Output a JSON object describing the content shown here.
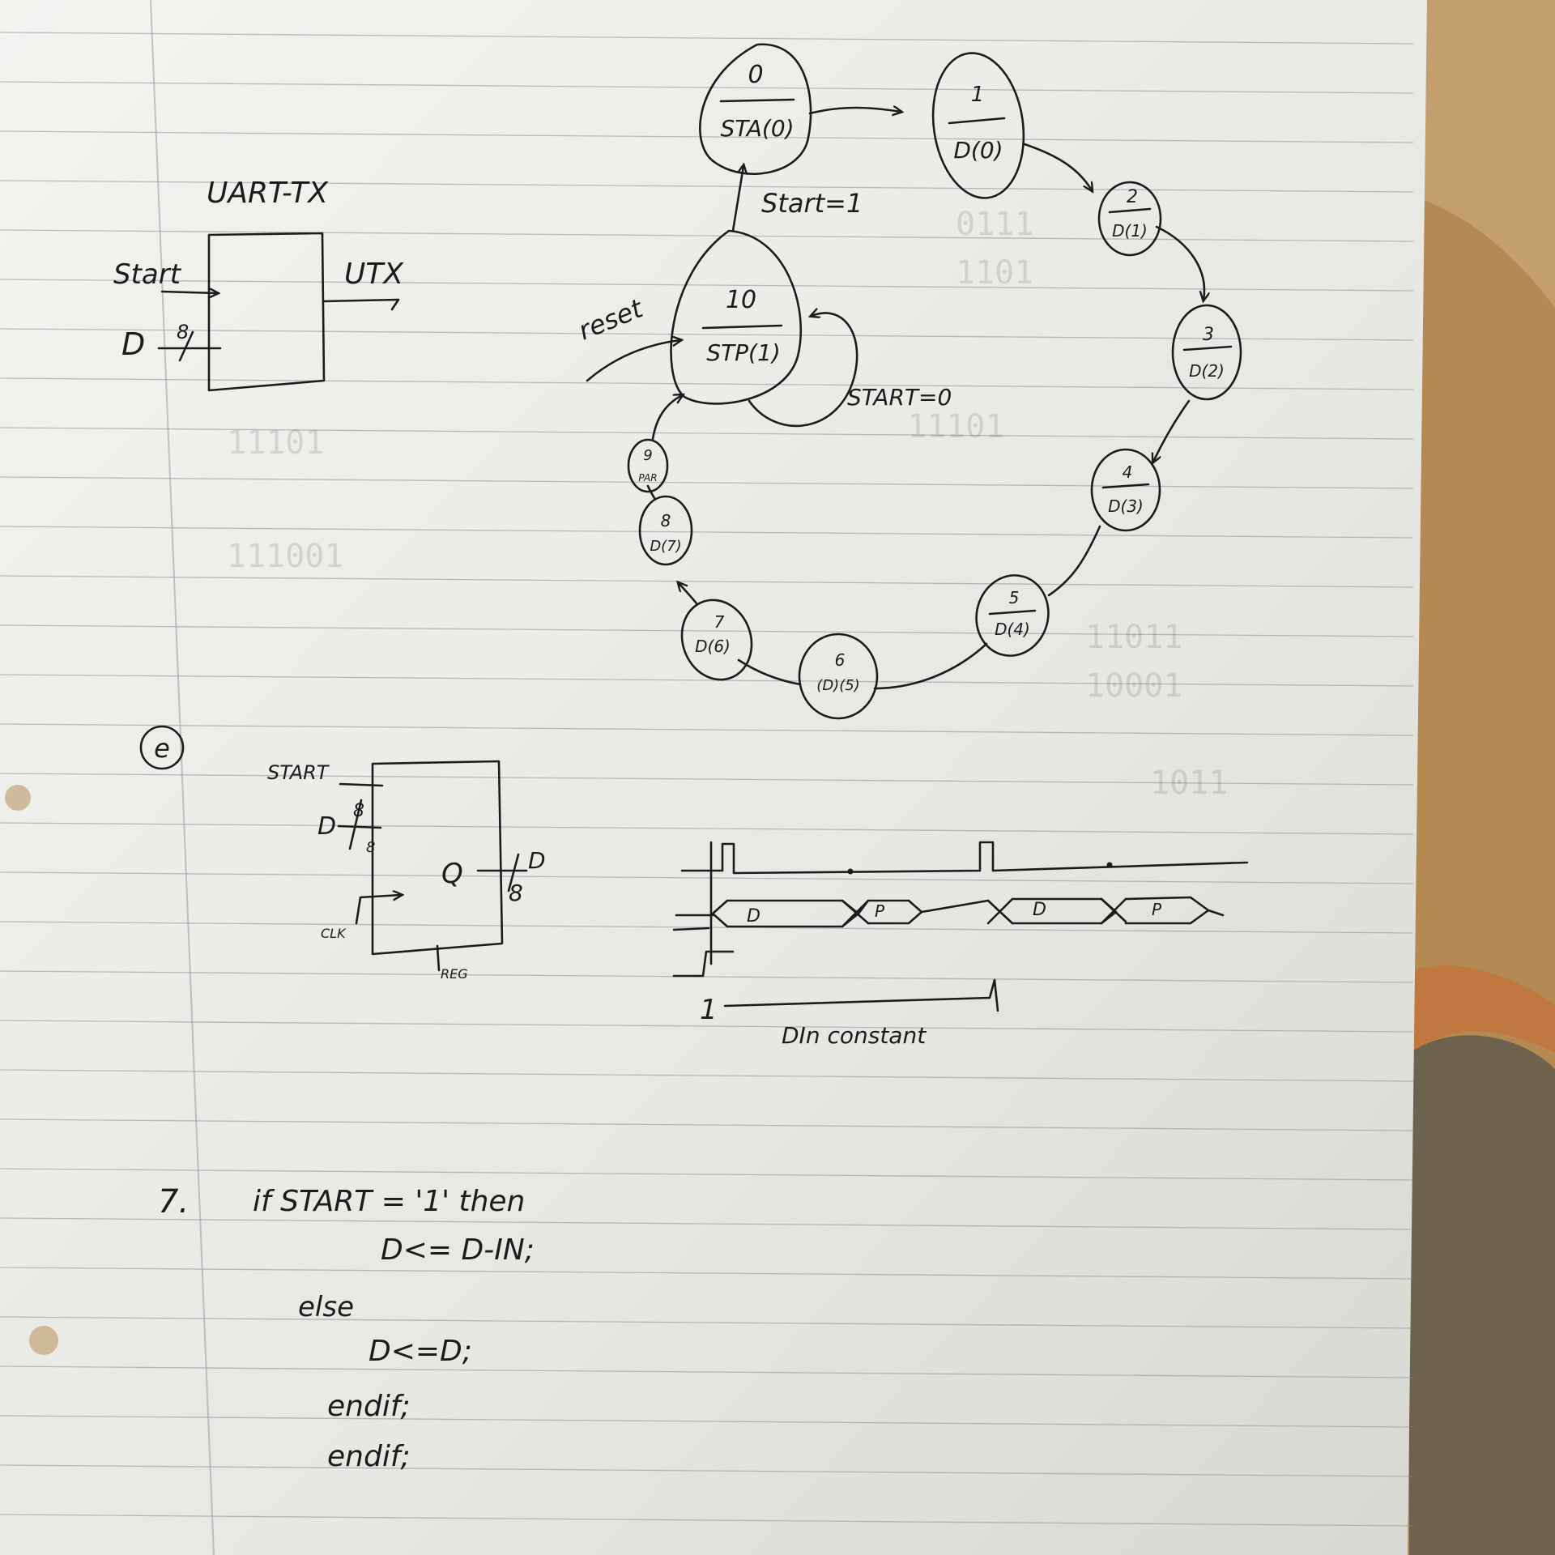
{
  "uart_block": {
    "title": "UART-TX",
    "input_start": "Start",
    "input_d": "D",
    "bus_width": "8",
    "output": "UTX"
  },
  "fsm": {
    "idle_state": {
      "num": "10",
      "label": "STP(1)"
    },
    "states": [
      {
        "num": "0",
        "label": "STA(0)"
      },
      {
        "num": "1",
        "label": "D(0)"
      },
      {
        "num": "2",
        "label": "D(1)"
      },
      {
        "num": "3",
        "label": "D(2)"
      },
      {
        "num": "4",
        "label": "D(3)"
      },
      {
        "num": "5",
        "label": "D(4)"
      },
      {
        "num": "6",
        "label": "(D)(5)"
      },
      {
        "num": "7",
        "label": "D(6)"
      },
      {
        "num": "8",
        "label": "D(7)"
      },
      {
        "num": "9",
        "label": "PAR"
      }
    ],
    "transition_start": "Start=1",
    "transition_stay": "START=0",
    "reset_label": "reset"
  },
  "part_e": {
    "marker": "e",
    "start": "START",
    "d_in": "D",
    "bus_in": "8",
    "bus_in2": "8",
    "q": "Q",
    "d_out": "D",
    "bus_out": "8",
    "clk": "CLK",
    "reg": "REG"
  },
  "timing": {
    "d_label": "D",
    "p_label": "P",
    "d_label2": "D",
    "p_label2": "P",
    "start_tick": "1",
    "span_label": "DIn constant"
  },
  "code": {
    "number": "7.",
    "lines": [
      "if START = '1' then",
      "D<= D-IN;",
      "else",
      "D<=D;",
      "endif;",
      "endif;"
    ]
  }
}
